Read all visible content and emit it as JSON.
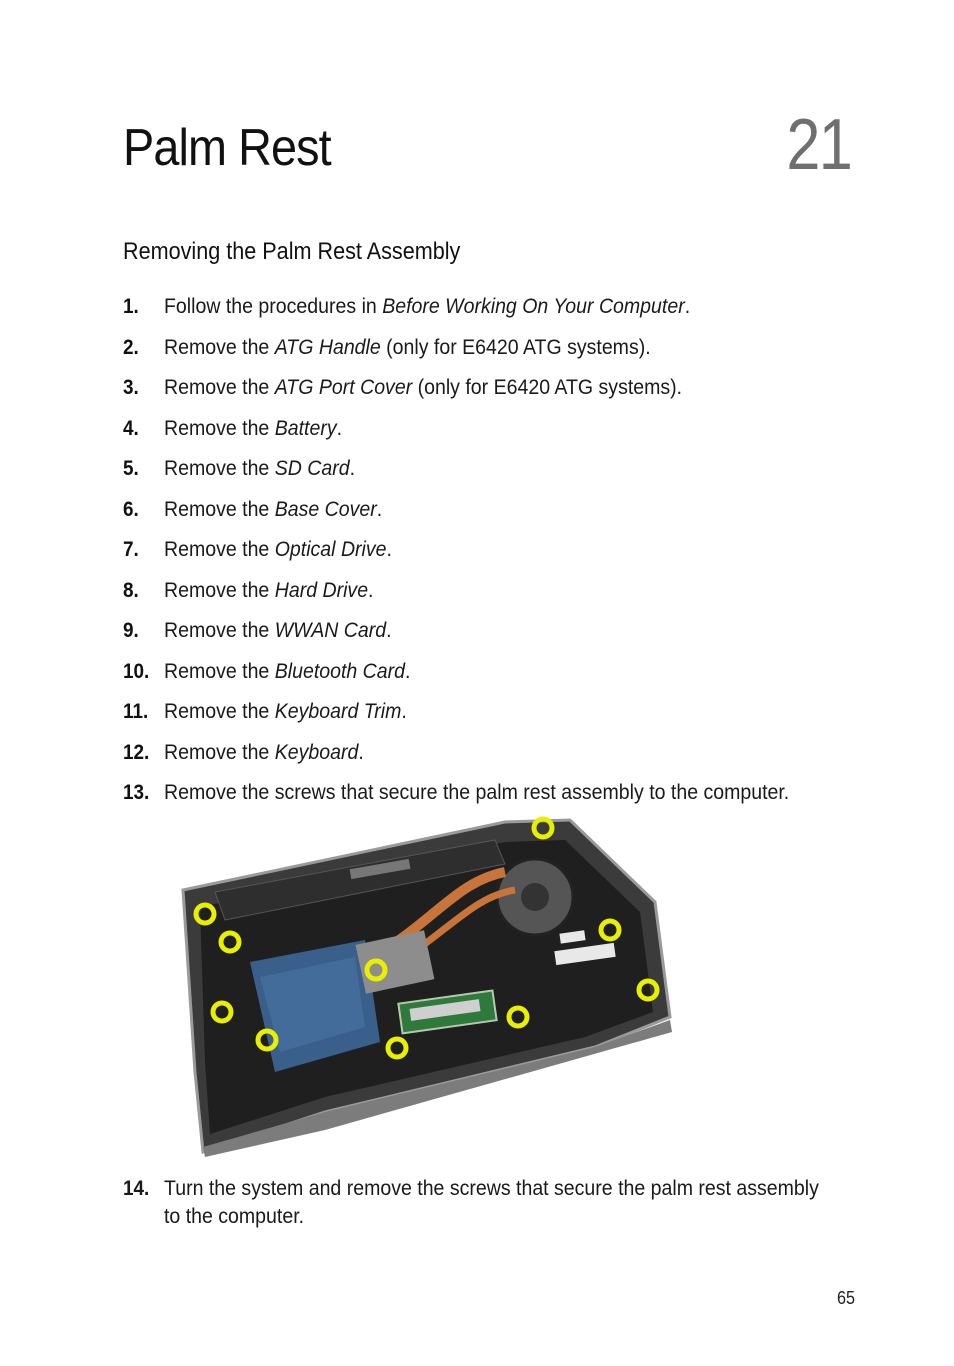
{
  "chapter": {
    "title": "Palm Rest",
    "number": "21"
  },
  "section": {
    "title": "Removing the Palm Rest Assembly"
  },
  "steps": [
    {
      "num": "1.",
      "pre": "Follow the procedures in ",
      "em": "Before Working On Your Computer",
      "post": "."
    },
    {
      "num": "2.",
      "pre": "Remove the ",
      "em": "ATG Handle",
      "post": " (only for E6420 ATG systems)."
    },
    {
      "num": "3.",
      "pre": "Remove the ",
      "em": "ATG Port Cover",
      "post": " (only for E6420 ATG systems)."
    },
    {
      "num": "4.",
      "pre": "Remove the ",
      "em": "Battery",
      "post": "."
    },
    {
      "num": "5.",
      "pre": "Remove the ",
      "em": "SD Card",
      "post": "."
    },
    {
      "num": "6.",
      "pre": "Remove the ",
      "em": "Base Cover",
      "post": "."
    },
    {
      "num": "7.",
      "pre": "Remove the ",
      "em": "Optical Drive",
      "post": "."
    },
    {
      "num": "8.",
      "pre": "Remove the ",
      "em": "Hard Drive",
      "post": "."
    },
    {
      "num": "9.",
      "pre": "Remove the ",
      "em": "WWAN Card",
      "post": "."
    },
    {
      "num": "10.",
      "pre": "Remove the ",
      "em": "Bluetooth Card",
      "post": "."
    },
    {
      "num": "11.",
      "pre": "Remove the ",
      "em": "Keyboard Trim",
      "post": "."
    },
    {
      "num": "12.",
      "pre": "Remove the ",
      "em": "Keyboard",
      "post": "."
    },
    {
      "num": "13.",
      "pre": "Remove the screws that secure the palm rest assembly to the computer.",
      "em": "",
      "post": ""
    }
  ],
  "step14": {
    "num": "14.",
    "text": "Turn the system and remove the screws that secure the palm rest assembly to the computer."
  },
  "page_number": "65",
  "colors": {
    "screw_highlight": "#e8f000",
    "chassis": "#2b2b2b",
    "board": "#3a5f8a",
    "heatpipe": "#c8743a"
  }
}
